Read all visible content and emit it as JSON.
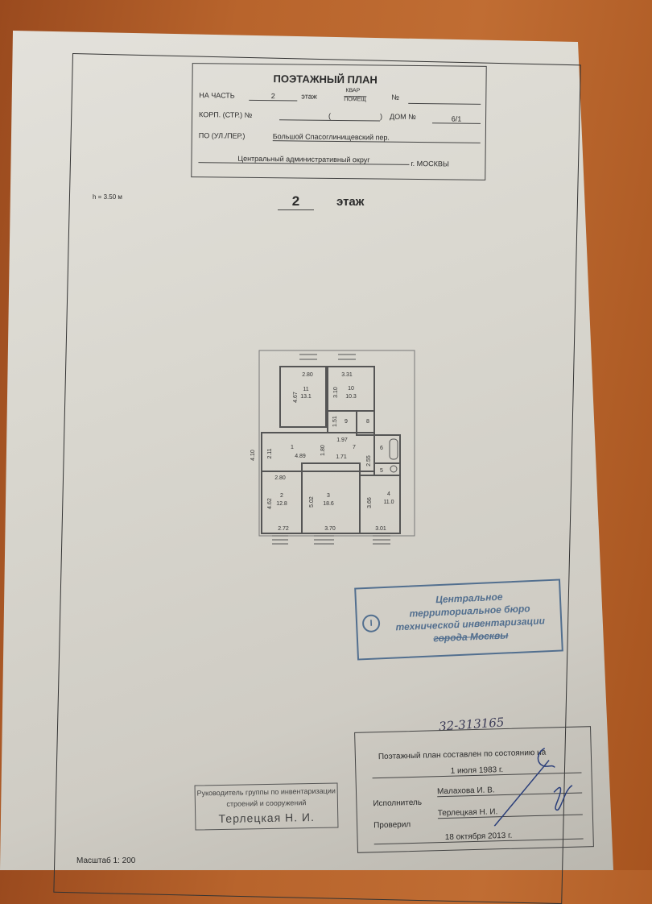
{
  "header": {
    "title": "ПОЭТАЖНЫЙ ПЛАН",
    "part_label": "НА ЧАСТЬ",
    "part_value": "2",
    "floor_word": "этаж",
    "kvar": "КВАР",
    "pomesh": "ПОМЕЩ",
    "number_label": "№",
    "korp_label": "КОРП. (СТР.) №",
    "korp_paren": "(",
    "korp_paren_close": ")",
    "house_label": "ДОМ №",
    "house_value": "6/1",
    "street_label": "ПО (УЛ./ПЕР.)",
    "street_value": "Большой Спасоглинищевский пер.",
    "district_value": "Центральный административный округ",
    "city": "г. МОСКВЫ"
  },
  "height_note": "h = 3.50 м",
  "floor": {
    "number": "2",
    "label": "этаж"
  },
  "plan": {
    "rooms": [
      {
        "id": "11",
        "area": "13.1",
        "w": "2.80",
        "h": "4.67"
      },
      {
        "id": "10",
        "area": "10.3",
        "w": "3.31",
        "h": "3.10"
      },
      {
        "id": "9",
        "h": "1.51"
      },
      {
        "id": "8"
      },
      {
        "id": "1",
        "w": "4.89",
        "h": "2.11"
      },
      {
        "id": "7",
        "w": "1.97",
        "w2": "1.71",
        "h": "1.80"
      },
      {
        "id": "6",
        "h": "2.55"
      },
      {
        "id": "5"
      },
      {
        "id": "2",
        "area": "12.8",
        "w": "2.80",
        "h": "4.62",
        "w2": "2.72"
      },
      {
        "id": "3",
        "area": "18.6",
        "h": "5.02",
        "w": "3.70"
      },
      {
        "id": "4",
        "area": "11.0",
        "h": "3.66",
        "w": "3.01"
      }
    ],
    "outer_dim": "4.10"
  },
  "stamp_bureau": {
    "lines": [
      "Центральное",
      "территориальное бюро",
      "технической инвентаризации",
      "города Москвы"
    ],
    "seal_mark": "I"
  },
  "registration_number": "32-313165",
  "signoff": {
    "intro": "Поэтажный план составлен по состоянию на",
    "state_date": "1 июля 1983 г.",
    "executor_label": "Исполнитель",
    "executor_name": "Малахова И. В.",
    "checker_label": "Проверил",
    "checker_name": "Терлецкая Н. И.",
    "check_date": "18 октября 2013 г."
  },
  "stamp_head": {
    "line1": "Руководитель группы по инвентаризации",
    "line2": "строений и сооружений",
    "name": "Терлецкая Н. И."
  },
  "scale": "Масштаб 1: 200"
}
